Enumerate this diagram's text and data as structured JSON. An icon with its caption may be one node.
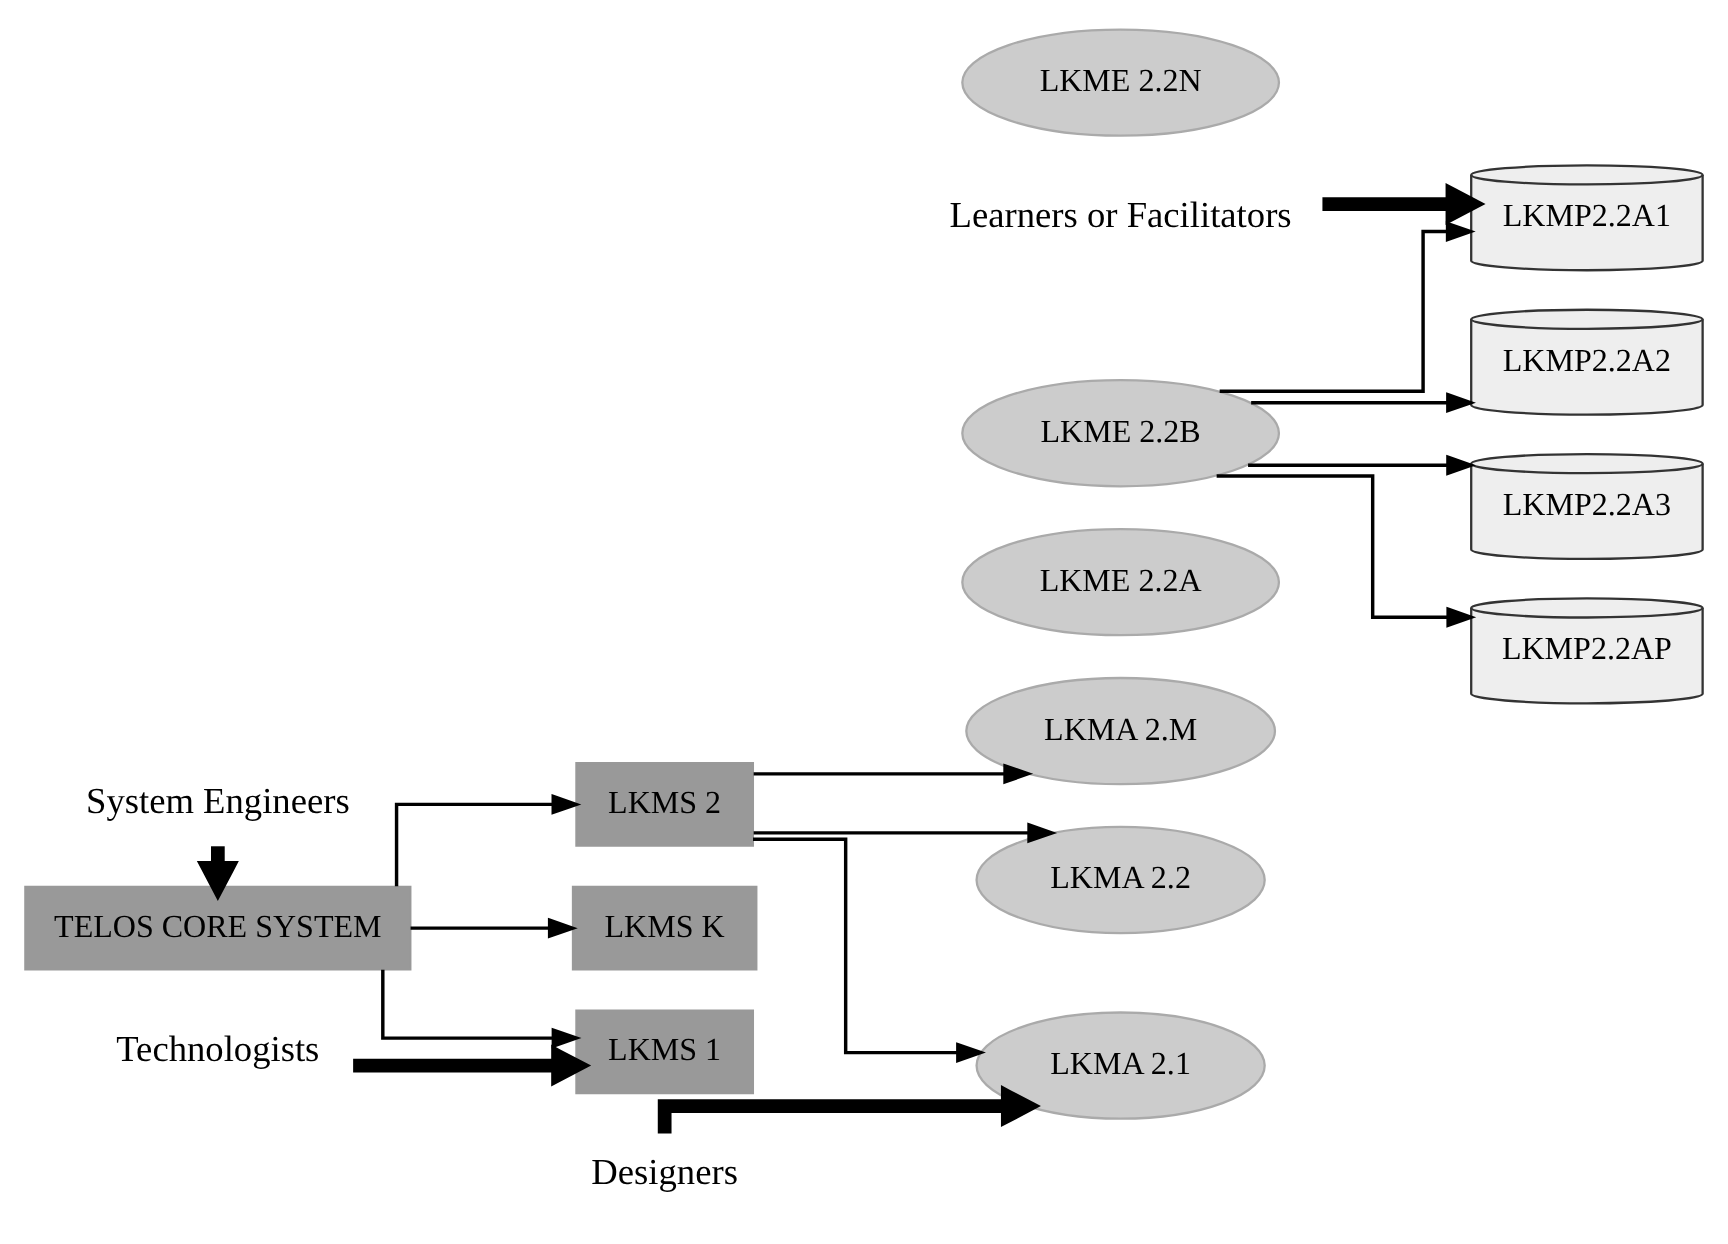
{
  "diagram": {
    "nodes": [
      {
        "text": [
          "System Engineers"
        ]
      },
      {
        "text": [
          "TELOS CORE SYSTEM"
        ]
      },
      {
        "text": [
          "Technologists"
        ]
      },
      {
        "text": [
          "LKMS 1"
        ]
      },
      {
        "text": [
          "LKMS 2"
        ]
      },
      {
        "text": [
          "LKMS K"
        ]
      },
      {
        "text": [
          "Designers"
        ]
      },
      {
        "text": [
          "LKMA 2.1"
        ]
      },
      {
        "text": [
          "LKMA 2.2"
        ]
      },
      {
        "text": [
          "LKMA 2.M"
        ]
      },
      {
        "text": [
          "LKME 2.2A"
        ]
      },
      {
        "text": [
          "LKME 2.2B"
        ]
      },
      {
        "text": [
          "LKME 2.2N"
        ]
      },
      {
        "text": [
          "Learners or Facilitators"
        ]
      },
      {
        "text": [
          "LKMP2.2A1"
        ]
      },
      {
        "text": [
          "LKMP2.2A2"
        ]
      },
      {
        "text": [
          "LKMP2.2A3"
        ]
      },
      {
        "text": [
          "LKMP2.2AP"
        ]
      }
    ],
    "edges": [
      {
        "from": 0,
        "to": 1,
        "arrow": "to",
        "style": "thick"
      },
      {
        "from": 2,
        "to": 3,
        "arrow": "to",
        "style": "thick"
      },
      {
        "from": 6,
        "to": 7,
        "arrow": "to",
        "style": "thick"
      },
      {
        "from": 13,
        "to": 14,
        "arrow": "to",
        "style": "thick"
      },
      {
        "from": 1,
        "to": 3,
        "arrow": "to"
      },
      {
        "from": 1,
        "to": 4,
        "arrow": "to"
      },
      {
        "from": 1,
        "to": 5,
        "arrow": "to"
      },
      {
        "from": 4,
        "to": 7,
        "arrow": "to"
      },
      {
        "from": 4,
        "to": 8,
        "arrow": "to"
      },
      {
        "from": 4,
        "to": 9,
        "arrow": "to"
      },
      {
        "from": 11,
        "to": 14,
        "arrow": "to"
      },
      {
        "from": 11,
        "to": 15,
        "arrow": "to"
      },
      {
        "from": 11,
        "to": 16,
        "arrow": "to"
      },
      {
        "from": 11,
        "to": 17,
        "arrow": "to"
      }
    ]
  }
}
